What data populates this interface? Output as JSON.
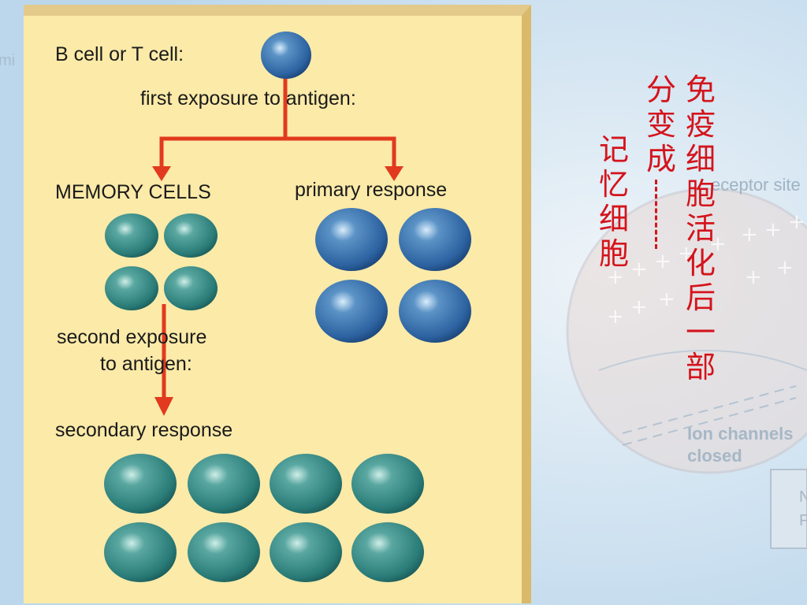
{
  "background": {
    "faint_labels": [
      "mi",
      "eceptor site",
      "Ion channels",
      "closed",
      "N",
      "F"
    ]
  },
  "diagram": {
    "b_t_cell_label": "B cell or T cell:",
    "first_exposure_label": "first exposure to antigen:",
    "memory_cells_label": "MEMORY CELLS",
    "primary_response_label": "primary response",
    "second_exposure_line1": "second exposure",
    "second_exposure_line2": "to antigen:",
    "secondary_response_label": "secondary response"
  },
  "annotation": {
    "col1": "免疫细胞活化后一部",
    "col2": "分变成",
    "col3": "记忆细胞"
  },
  "colors": {
    "panel": "#fbeaa8",
    "arrow": "#e23a1e",
    "memory_cell": "#2f8a86",
    "primary_cell": "#2f6aa0",
    "annotation": "#d4141c"
  }
}
